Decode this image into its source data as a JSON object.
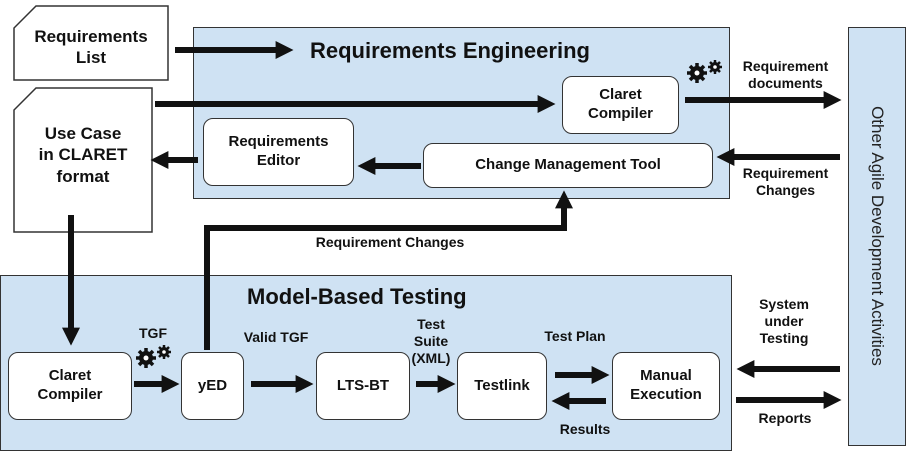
{
  "documents": {
    "requirements_list": "Requirements\nList",
    "use_case": "Use Case\nin CLARET\nformat"
  },
  "re_section": {
    "title": "Requirements Engineering",
    "claret_compiler": "Claret\nCompiler",
    "requirements_editor": "Requirements\nEditor",
    "change_management_tool": "Change Management Tool"
  },
  "mbt_section": {
    "title": "Model-Based Testing",
    "claret_compiler": "Claret\nCompiler",
    "yed": "yED",
    "lts_bt": "LTS-BT",
    "testlink": "Testlink",
    "manual_execution": "Manual\nExecution"
  },
  "side_panel": {
    "label": "Other Agile Development Activities"
  },
  "labels": {
    "requirement_documents": "Requirement\ndocuments",
    "requirement_changes_right": "Requirement\nChanges",
    "requirement_changes_mid": "Requirement Changes",
    "tgf": "TGF",
    "valid_tgf": "Valid TGF",
    "test_suite": "Test\nSuite\n(XML)",
    "test_plan": "Test Plan",
    "results": "Results",
    "system_under_testing": "System\nunder\nTesting",
    "reports": "Reports"
  },
  "colors": {
    "region_fill": "#cfe2f3",
    "box_fill": "#ffffff",
    "stroke": "#111111"
  },
  "icons": [
    "gears-icon",
    "gears-icon"
  ]
}
